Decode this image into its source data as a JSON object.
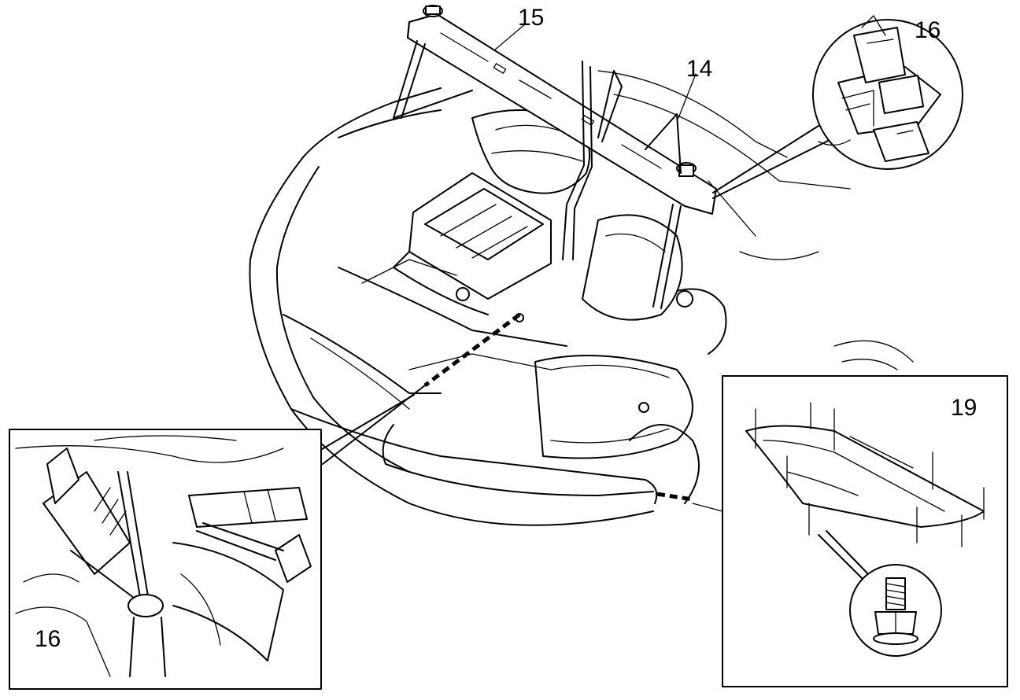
{
  "callouts": {
    "bar_label": "15",
    "support_label": "14",
    "connector_top_label": "16",
    "detail_left_label": "16",
    "detail_right_label": "19"
  },
  "icons": [
    "engine-support-bar",
    "connector-detail",
    "sensor-detail",
    "undershield-panel",
    "bolt"
  ]
}
